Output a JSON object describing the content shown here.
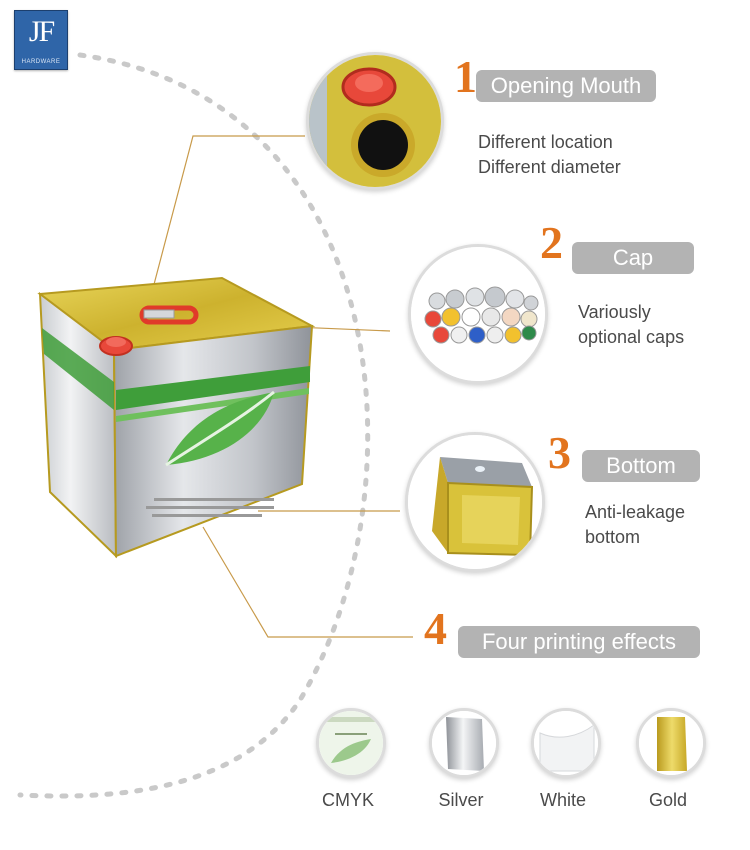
{
  "logo": {
    "mark": "JF",
    "subtitle": "HARDWARE"
  },
  "features": [
    {
      "number": "1",
      "label": "Opening Mouth",
      "desc_line1": "Different location",
      "desc_line2": "Different diameter"
    },
    {
      "number": "2",
      "label": "Cap",
      "desc_line1": "Variously",
      "desc_line2": "optional caps"
    },
    {
      "number": "3",
      "label": "Bottom",
      "desc_line1": "Anti-leakage",
      "desc_line2": "bottom"
    },
    {
      "number": "4",
      "label": "Four printing effects"
    }
  ],
  "swatches": [
    {
      "name": "CMYK"
    },
    {
      "name": "Silver"
    },
    {
      "name": "White"
    },
    {
      "name": "Gold"
    }
  ],
  "colors": {
    "accent_orange": "#e2741e",
    "label_gray": "#b3b3b3",
    "leader_line": "#c89a4a",
    "dots": "#c9c9c9",
    "gold": "#d9c23a",
    "green": "#3f9e3a"
  }
}
